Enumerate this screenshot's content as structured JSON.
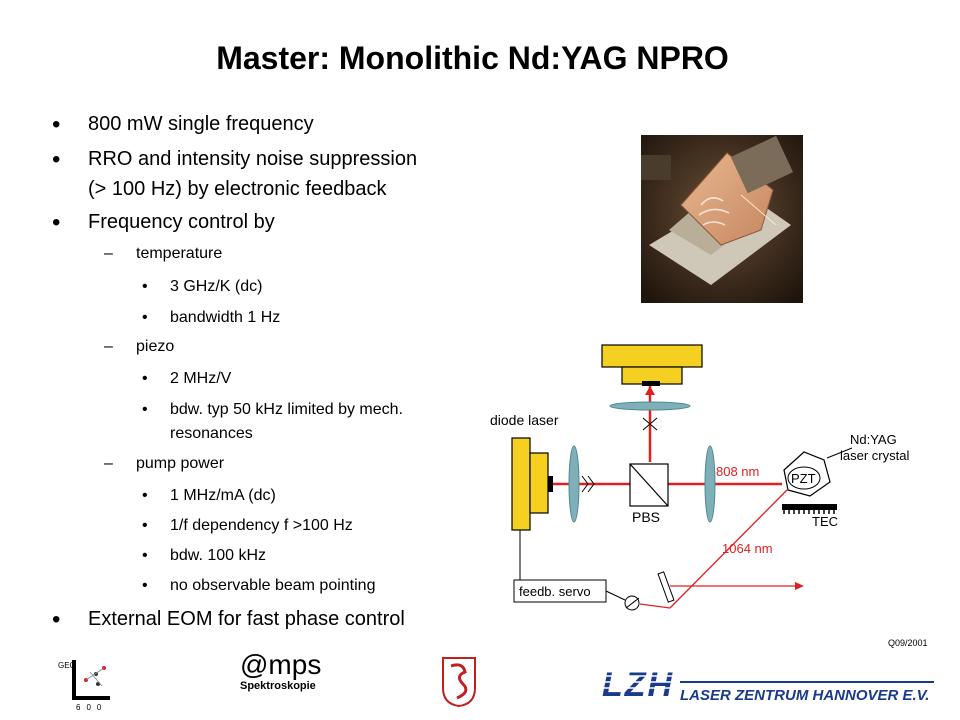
{
  "title": "Master: Monolithic Nd:YAG NPRO",
  "bullets": {
    "b1": "800 mW single frequency",
    "b2_line1": "RRO and intensity noise suppression",
    "b2_line2": "(> 100 Hz) by electronic feedback",
    "b3": "Frequency control by",
    "temperature": "temperature",
    "t1": "3 GHz/K (dc)",
    "t2": "bandwidth 1 Hz",
    "piezo": "piezo",
    "p1": "2 MHz/V",
    "p2_line1": "bdw. typ 50 kHz limited by mech.",
    "p2_line2": "resonances",
    "pump": "pump power",
    "pp1": "1 MHz/mA (dc)",
    "pp2": "1/f dependency f >100 Hz",
    "pp3": "bdw. 100 kHz",
    "pp4": "no observable beam pointing",
    "b4": "External EOM for fast phase control"
  },
  "diagram": {
    "diode_laser": "diode laser",
    "wavelength_808": "808 nm",
    "crystal_line1": "Nd:YAG",
    "crystal_line2": "laser crystal",
    "pzt": "PZT",
    "tec": "TEC",
    "pbs": "PBS",
    "wavelength_1064": "1064 nm",
    "servo": "feedb. servo"
  },
  "footer": {
    "code": "Q09/2001",
    "mps_name": "@mps",
    "mps_sub": "Spektroskopie",
    "geo_letters": "GEO",
    "geo_number": "600",
    "lzh_letters": "LZH",
    "lzh_name": "LASER ZENTRUM HANNOVER E.V."
  },
  "colors": {
    "beam": "#e02020",
    "yellow": "#f5d020",
    "lens": "#7fb0b8",
    "lzh_blue": "#1a3a8c"
  }
}
